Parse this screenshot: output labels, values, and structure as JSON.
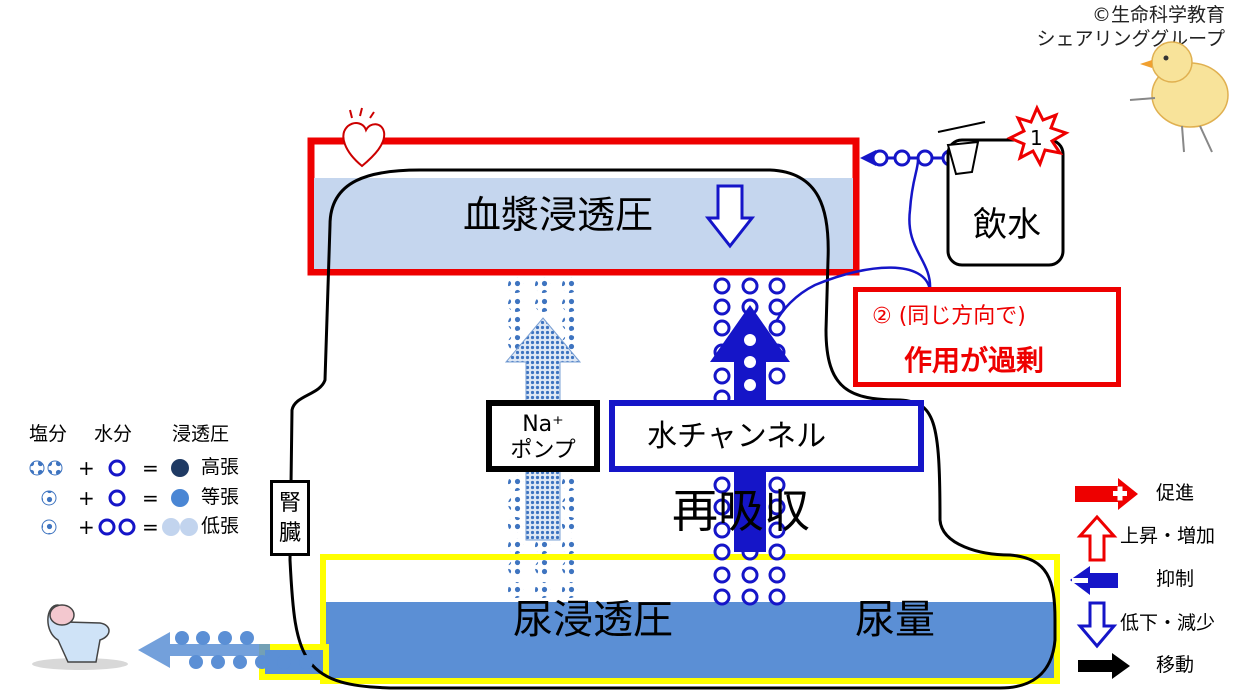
{
  "credit": [
    "©生命科学教育",
    "シェアリンググループ"
  ],
  "blood": {
    "label": "血漿浸透圧"
  },
  "urine": {
    "osmotic_label": "尿浸透圧",
    "volume_label": "尿量"
  },
  "drinking": {
    "label": "飲水",
    "step": "1"
  },
  "note": {
    "line1": "② (同じ方向で)",
    "line2": "作用が過剰"
  },
  "na_pump": {
    "line1": "Na⁺",
    "line2": "ポンプ"
  },
  "water_channel": {
    "label": "水チャンネル"
  },
  "reabsorption": {
    "label": "再吸収"
  },
  "kidney": {
    "label": "腎臓"
  },
  "key_left": {
    "headers": [
      "塩分",
      "水分",
      "浸透圧"
    ],
    "rows": [
      {
        "plus": "+",
        "equals": "=",
        "label": "高張",
        "result_color": "#1f3a64"
      },
      {
        "plus": "+",
        "equals": "=",
        "label": "等張",
        "result_color": "#4a86d4"
      },
      {
        "plus": "+",
        "equals": "=",
        "label": "低張",
        "result_color": "#c2d4ee"
      }
    ]
  },
  "key_right": [
    {
      "label": "促進",
      "icon": "red-plus-arrow-icon"
    },
    {
      "label": "上昇・増加",
      "icon": "red-up-arrow-icon"
    },
    {
      "label": "抑制",
      "icon": "blue-minus-arrow-icon"
    },
    {
      "label": "低下・減少",
      "icon": "blue-down-arrow-icon"
    },
    {
      "label": "移動",
      "icon": "black-arrow-icon"
    }
  ],
  "colors": {
    "red": "#ee0000",
    "blue": "#1515c8",
    "yellow": "#ffff00",
    "plasma": "#c5d6ee",
    "urine": "#5b8fd5"
  }
}
